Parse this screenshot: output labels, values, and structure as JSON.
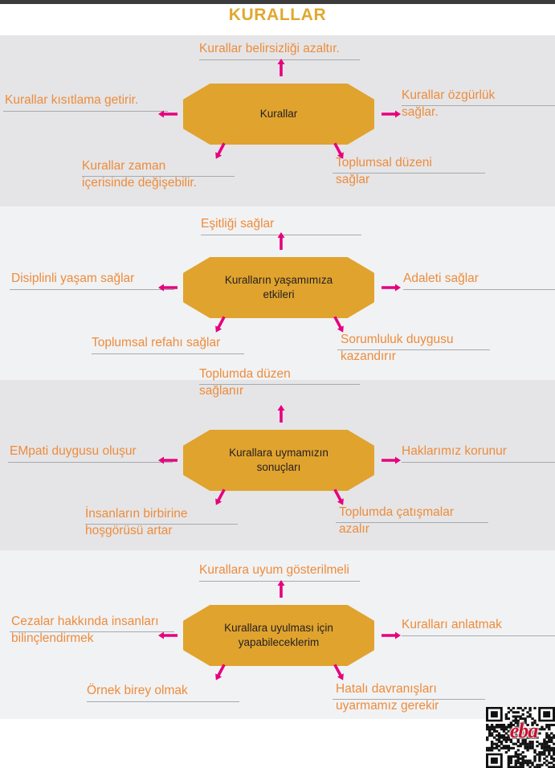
{
  "header": {
    "title": "KURALLAR",
    "title_color": "#e0a82e",
    "top_rule_color": "#3b3b3b"
  },
  "theme": {
    "node_fill": "#e0a32e",
    "leaf_text": "#ed8c3c",
    "arrow_color": "#e6007e",
    "rule_color": "#a7a9ac",
    "panel_dark": "#e5e5e7",
    "panel_light": "#f1f2f4",
    "node_text": "#231f20"
  },
  "panels": [
    {
      "id": "kurallar",
      "shade": "dark",
      "node": {
        "lines": [
          "Kurallar"
        ]
      },
      "leaves": [
        {
          "pos": "top",
          "lines": [
            "Kurallar  belirsizliği  azaltır."
          ]
        },
        {
          "pos": "left",
          "lines": [
            "Kurallar  kısıtlama  getirir."
          ]
        },
        {
          "pos": "right",
          "lines": [
            "Kurallar  özgürlük",
            "sağlar."
          ]
        },
        {
          "pos": "bottom-left",
          "lines": [
            "Kurallar  zaman",
            "içerisinde değişebilir."
          ]
        },
        {
          "pos": "bottom-right",
          "lines": [
            "Toplumsal düzeni",
            "sağlar"
          ]
        }
      ]
    },
    {
      "id": "etkileri",
      "shade": "light",
      "node": {
        "lines": [
          "Kuralların yaşamımıza",
          "etkileri"
        ]
      },
      "leaves": [
        {
          "pos": "top",
          "lines": [
            "Eşitliği sağlar"
          ]
        },
        {
          "pos": "left",
          "lines": [
            "Disiplinli yaşam sağlar"
          ]
        },
        {
          "pos": "right",
          "lines": [
            "Adaleti sağlar"
          ]
        },
        {
          "pos": "bottom-left",
          "lines": [
            "Toplumsal refahı sağlar"
          ]
        },
        {
          "pos": "bottom-right",
          "lines": [
            "Sorumluluk duygusu",
            "kazandırır"
          ]
        }
      ]
    },
    {
      "id": "sonuclari",
      "shade": "dark",
      "node": {
        "lines": [
          "Kurallara uymamızın",
          "sonuçları"
        ]
      },
      "leaves": [
        {
          "pos": "top",
          "lines": [
            "Toplumda düzen",
            "sağlanır"
          ]
        },
        {
          "pos": "left",
          "lines": [
            "EMpati duygusu oluşur"
          ]
        },
        {
          "pos": "right",
          "lines": [
            "Haklarımız korunur"
          ]
        },
        {
          "pos": "bottom-left",
          "lines": [
            "İnsanların birbirine",
            "hoşgörüsü artar"
          ]
        },
        {
          "pos": "bottom-right",
          "lines": [
            "Toplumda çatışmalar",
            "azalır"
          ]
        }
      ]
    },
    {
      "id": "yapabileceklerim",
      "shade": "light",
      "node": {
        "lines": [
          "Kurallara uyulması için",
          "yapabileceklerim"
        ]
      },
      "leaves": [
        {
          "pos": "top",
          "lines": [
            "Kurallara uyum gösterilmeli"
          ]
        },
        {
          "pos": "left",
          "lines": [
            "Cezalar hakkında insanları",
            "bilinçlendirmek"
          ]
        },
        {
          "pos": "right",
          "lines": [
            "Kuralları anlatmak"
          ]
        },
        {
          "pos": "bottom-left",
          "lines": [
            "Örnek birey olmak"
          ]
        },
        {
          "pos": "bottom-right",
          "lines": [
            "Hatalı davranışları",
            "uyarmamız gerekir"
          ]
        }
      ]
    }
  ],
  "watermark": {
    "logo_text": "eba",
    "logo_color": "#c8102e"
  }
}
